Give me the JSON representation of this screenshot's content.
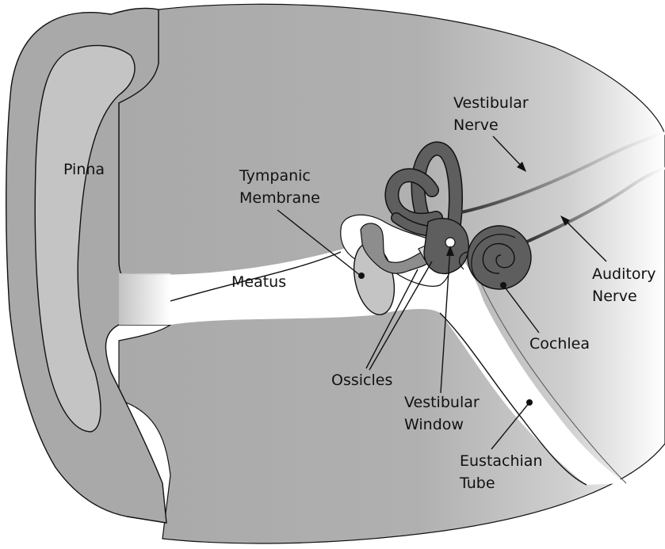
{
  "labels": {
    "pinna": "Pinna",
    "tympanic_line1": "Tympanic",
    "tympanic_line2": "Membrane",
    "meatus": "Meatus",
    "ossicles": "Ossicles",
    "vestibular_window_line1": "Vestibular",
    "vestibular_window_line2": "Window",
    "vestibular_nerve_line1": "Vestibular",
    "vestibular_nerve_line2": "Nerve",
    "auditory_nerve_line1": "Auditory",
    "auditory_nerve_line2": "Nerve",
    "cochlea": "Cochlea",
    "eustachian_line1": "Eustachian",
    "eustachian_line2": "Tube"
  },
  "colors": {
    "head_gray": "#a9a9a9",
    "pinna_inner": "#c4c4c4",
    "inner_ear": "#5e5e5e",
    "canal": "#ffffff",
    "outline": "#111111"
  }
}
